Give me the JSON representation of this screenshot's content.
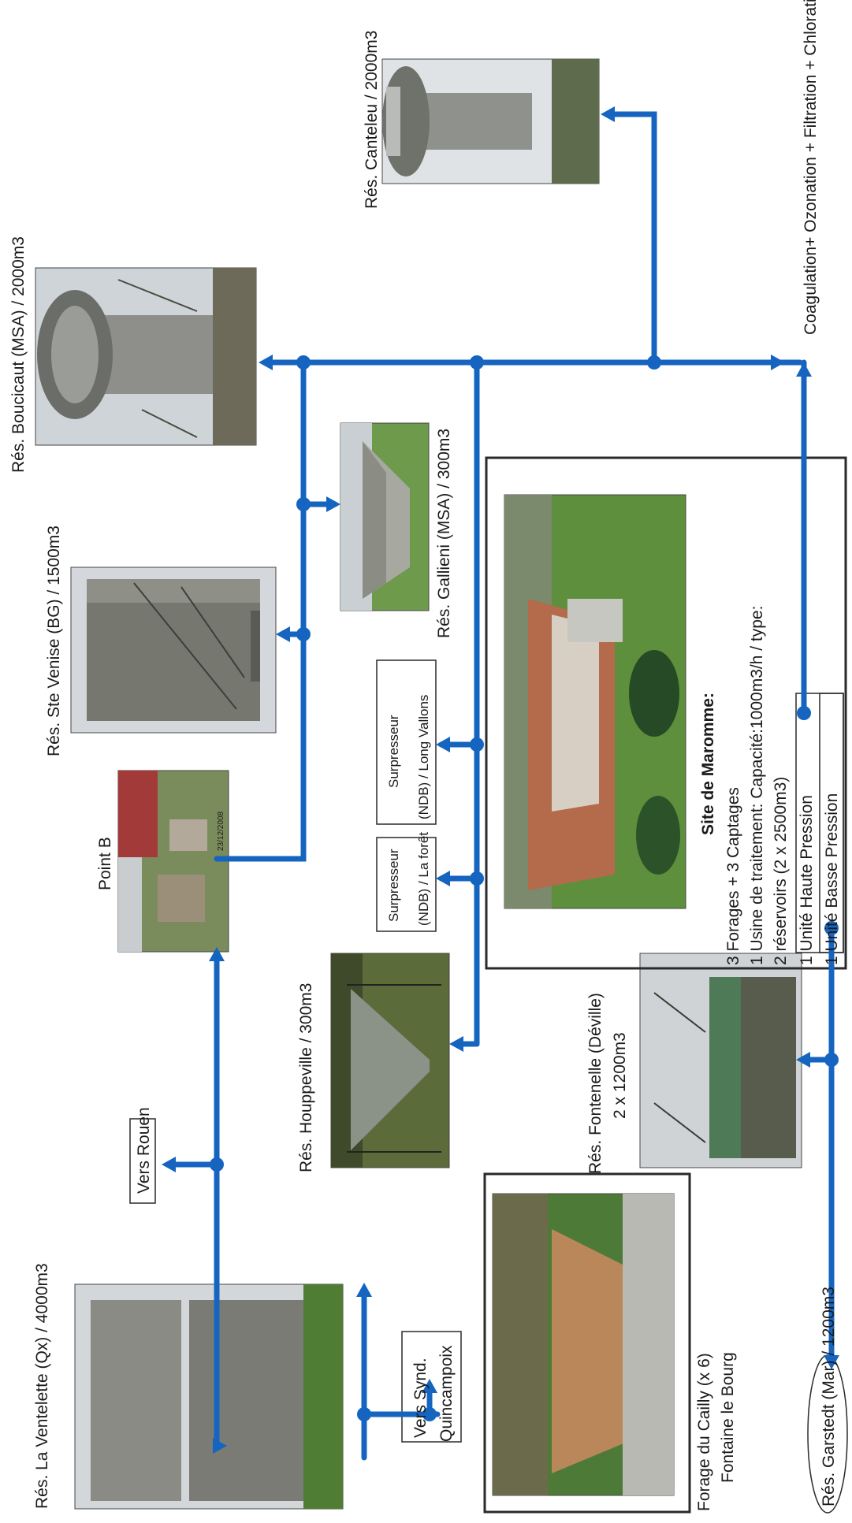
{
  "colors": {
    "pipe": "#1565c0",
    "sky": "#d8dde3",
    "grass": "#4f8a3a",
    "concrete": "#8a8b86"
  },
  "labels": {
    "canteleu": "Rés. Canteleu / 2000m3",
    "boucicaut": "Rés. Boucicaut (MSA) / 2000m3",
    "ste_venise": "Rés. Ste Venise (BG) / 1500m3",
    "gallieni": "Rés. Gallieni (MSA) / 300m3",
    "point_b": "Point B",
    "ventelette": "Rés. La Ventelette (Qx) / 4000m3",
    "vers_rouen": "Vers Rouen",
    "houppeville": "Rés. Houppeville / 300m3",
    "surpresseur_1_line1": "Surpresseur",
    "surpresseur_1_line2": "(NDB) / La forêt",
    "surpresseur_2_line1": "Surpresseur",
    "surpresseur_2_line2": "(NDB) / Long Vallons",
    "fontenelle_line1": "Rés. Fontenelle (Déville)",
    "fontenelle_line2": "2 x 1200m3",
    "vers_synd_line1": "Vers Synd.",
    "vers_synd_line2": "Quincampoix",
    "forage_line1": "Forage du Cailly (x 6)",
    "forage_line2": "Fontaine le Bourg",
    "garstedt": "Rés. Garstedt (Mar) / 1200m3",
    "treatment": "Coagulation+ Ozonation + Filtration + Chloration.",
    "site_title": "Site de Maromme:",
    "site_line1": "3 Forages + 3 Captages",
    "site_line2": "1 Usine de traitement: Capacité:1000m3/h / type:",
    "site_line3": "2 réservoirs (2 x 2500m3)",
    "unite_haute": "1 Unité Haute Pression",
    "unite_basse": "1 Unité Basse Pression",
    "photo_date": "23/12/2008"
  }
}
